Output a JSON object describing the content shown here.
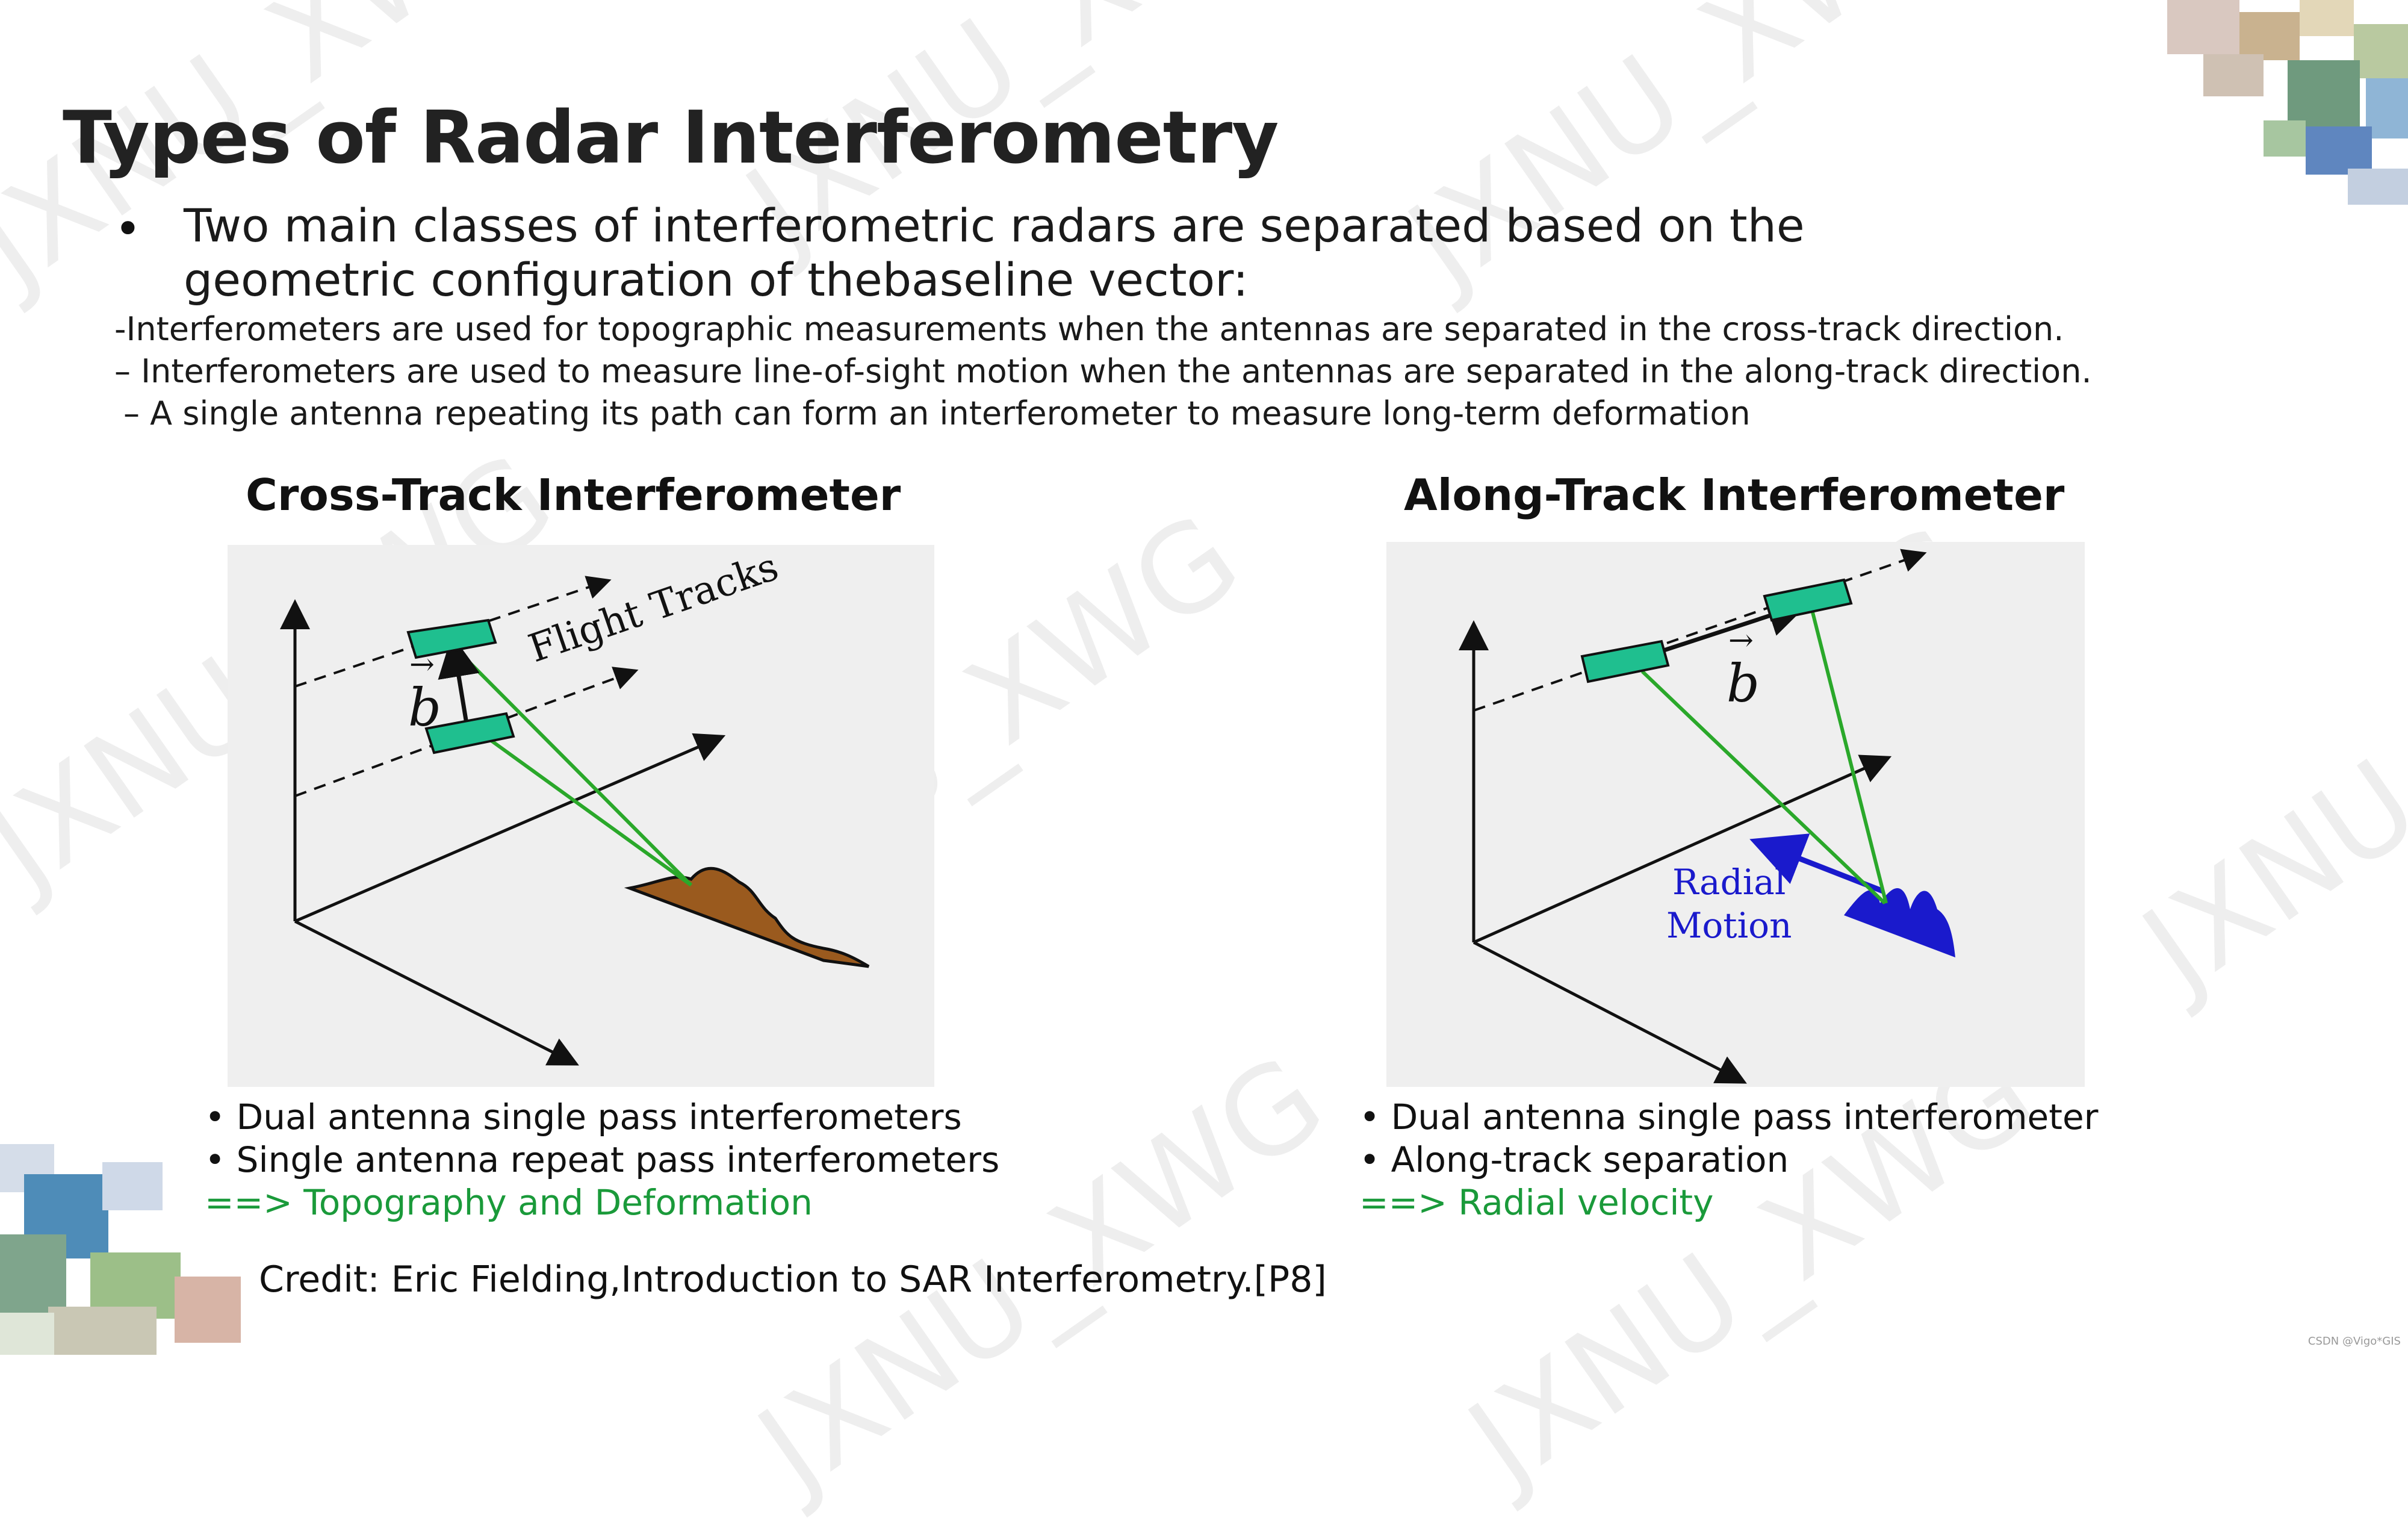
{
  "slide": {
    "title": "Types of Radar Interferometry",
    "bullet_marker": "•",
    "intro": "Two main classes of interferometric radars are separated based on the geometric configuration of thebaseline vector:",
    "lines": [
      "-Interferometers are used for topographic measurements when the antennas are separated in the cross-track direction.",
      "– Interferometers are used to measure line-of-sight motion when the antennas are separated in the along-track direction.",
      "– A single antenna repeating its path can form an interferometer to measure long-term deformation"
    ]
  },
  "left_panel": {
    "heading": "Cross-Track Interferometer",
    "figure_labels": {
      "flight_tracks": "Flight Tracks",
      "baseline": "b"
    },
    "items": [
      "• Dual antenna single pass interferometers",
      "• Single antenna repeat pass interferometers"
    ],
    "conclusion": "==> Topography and Deformation"
  },
  "right_panel": {
    "heading": "Along-Track Interferometer",
    "figure_labels": {
      "baseline": "b",
      "radial": "Radial",
      "motion": "Motion"
    },
    "items": [
      "• Dual antenna single pass interferometer",
      "• Along-track separation"
    ],
    "conclusion": "==> Radial velocity"
  },
  "credit": "Credit: Eric Fielding,Introduction to SAR Interferometry.[P8]",
  "watermark_text": "JXNU_XWG",
  "footnote": "CSDN @Vigo*GIS",
  "colors": {
    "antenna": "#1fbf8f",
    "beam": "#2aa82a",
    "terrain": "#9a5a1e",
    "radial_motion": "#1a1acc",
    "conclusion": "#1a9a3a"
  }
}
